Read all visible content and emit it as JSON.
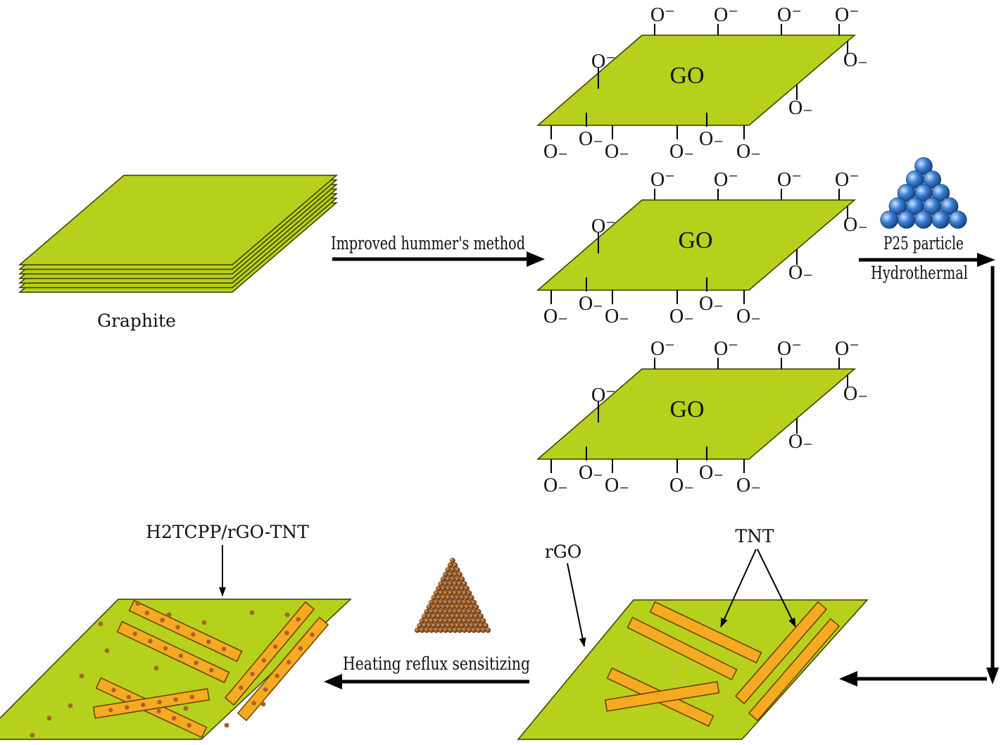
{
  "colors": {
    "sheet": "#b5d11b",
    "sheet_stroke": "#3a3a00",
    "tube": "#f6aa22",
    "tube_stroke": "#6b3f00",
    "dot": "#a5632a",
    "sphere_blue": "#3a7fd6",
    "sphere_brown": "#9c5a22",
    "arrow": "#000000"
  },
  "labels": {
    "graphite": "Graphite",
    "step1": "Improved hummer's method",
    "go": "GO",
    "oxygen": "O",
    "p25": "P25 particle",
    "hydrothermal": "Hydrothermal",
    "rgo": "rGO",
    "tnt": "TNT",
    "heating": "Heating reflux sensitizing",
    "product": "H2TCPP/rGO-TNT"
  },
  "icons": {
    "p25_pile": "blue-sphere-pyramid-icon",
    "porphyrin_pile": "brown-sphere-pyramid-icon"
  }
}
